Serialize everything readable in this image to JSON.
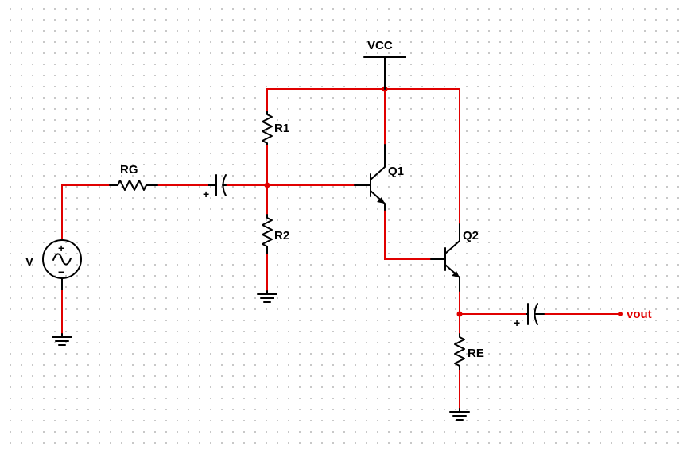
{
  "labels": {
    "vcc": "VCC",
    "rg": "RG",
    "r1": "R1",
    "r2": "R2",
    "q1": "Q1",
    "q2": "Q2",
    "re": "RE",
    "v": "V",
    "vout": "vout",
    "plus": "+",
    "minus": "−"
  },
  "colors": {
    "wire": "#e00000",
    "component": "#000000",
    "output_label": "#e00000",
    "grid_dot": "#b8b8b8"
  }
}
